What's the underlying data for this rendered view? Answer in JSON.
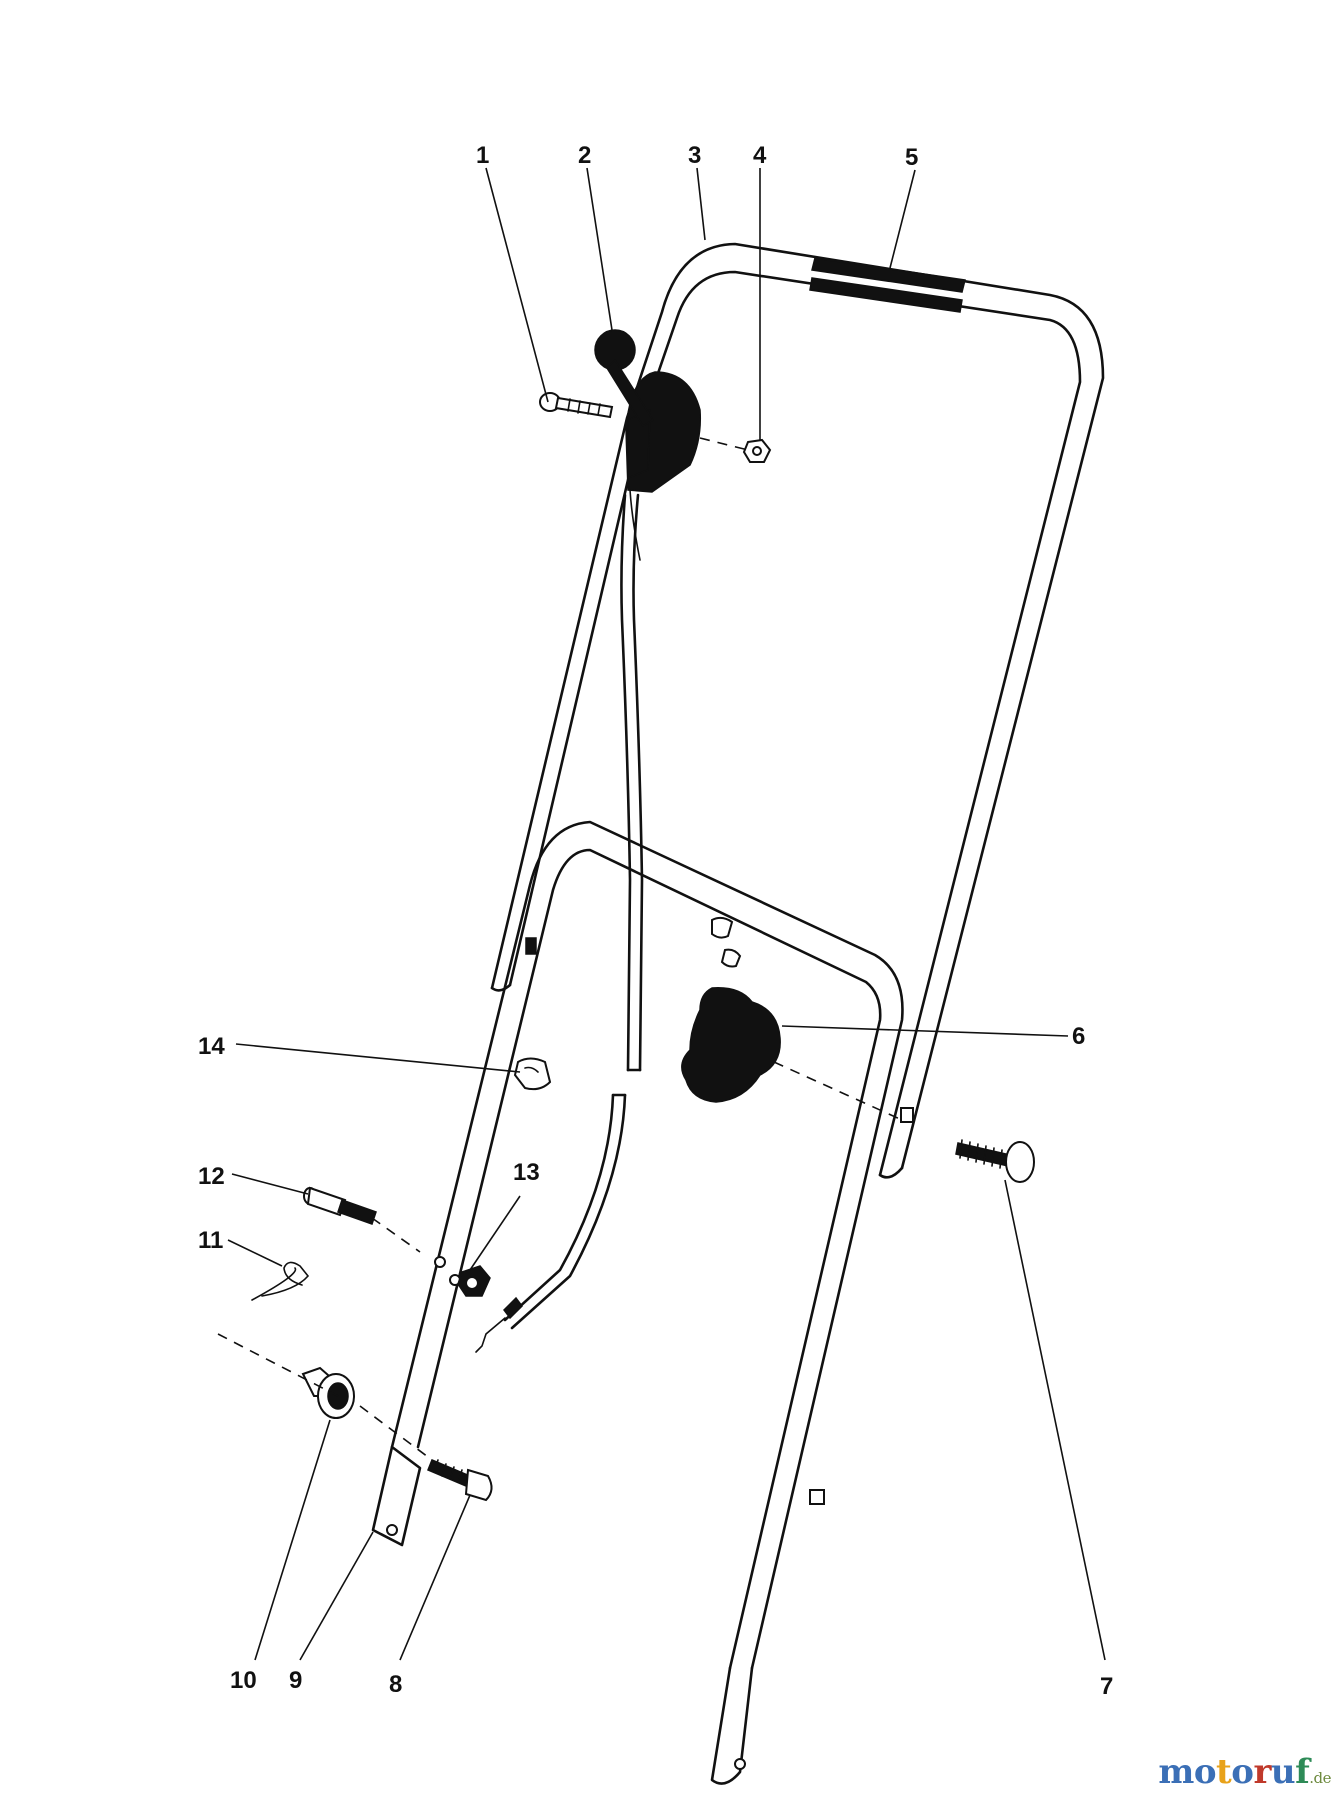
{
  "callouts": {
    "c1": "1",
    "c2": "2",
    "c3": "3",
    "c4": "4",
    "c5": "5",
    "c6": "6",
    "c7": "7",
    "c8": "8",
    "c9": "9",
    "c10": "10",
    "c11": "11",
    "c12": "12",
    "c13": "13",
    "c14": "14"
  },
  "watermark": {
    "letters": [
      "m",
      "o",
      "t",
      "o",
      "r",
      "u",
      "f"
    ],
    "tld": ".de",
    "letter_colors": [
      "#3b6fb6",
      "#3b6fb6",
      "#e8a21a",
      "#3b6fb6",
      "#c0392b",
      "#3b6fb6",
      "#2e8b57"
    ]
  }
}
